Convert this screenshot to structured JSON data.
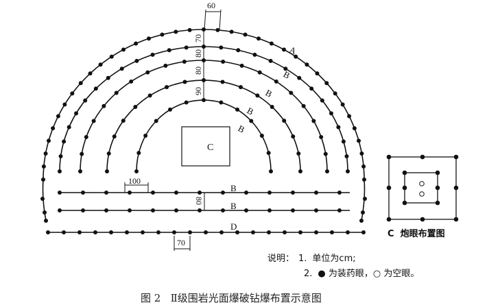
{
  "labels": {
    "ring_outer": "A",
    "ring_2": "B",
    "ring_3": "B",
    "ring_4": "B",
    "ring_5": "B",
    "line_1": "B",
    "line_2": "B",
    "line_3": "D",
    "box": "C"
  },
  "dimensions": {
    "top_spacing": "60",
    "gap_1": "70",
    "gap_2": "80",
    "gap_3": "80",
    "gap_4": "90",
    "line_spacing": "100",
    "line_gap": "80",
    "bottom_spacing": "70"
  },
  "detail_caption": "C  炮眼布置图",
  "notes": {
    "title": "说明：",
    "item1_num": "1.",
    "item1": "单位为cm;",
    "item2_num": "2.",
    "item2": "● 为装药眼，○ 为空眼。"
  },
  "figure_caption": "图 2   Ⅱ级围岩光面爆破钻爆布置示意图"
}
